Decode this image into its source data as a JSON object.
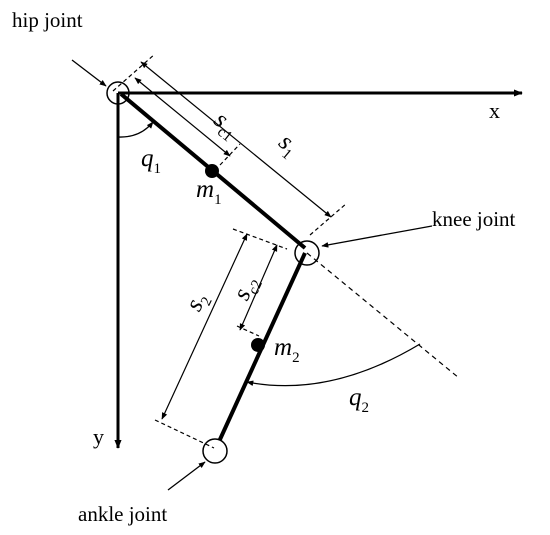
{
  "labels": {
    "hip_joint": "hip joint",
    "knee_joint": "knee joint",
    "ankle_joint": "ankle joint",
    "x_axis": "x",
    "y_axis": "y"
  },
  "symbols": {
    "q1": {
      "base": "q",
      "sub": "1"
    },
    "q2": {
      "base": "q",
      "sub": "2"
    },
    "m1": {
      "base": "m",
      "sub": "1"
    },
    "m2": {
      "base": "m",
      "sub": "2"
    },
    "s1": {
      "base": "s",
      "sub": "1"
    },
    "s2": {
      "base": "s",
      "sub": "2"
    },
    "sc1": {
      "base": "s",
      "sub": "c1"
    },
    "sc2": {
      "base": "s",
      "sub": "c2"
    }
  }
}
